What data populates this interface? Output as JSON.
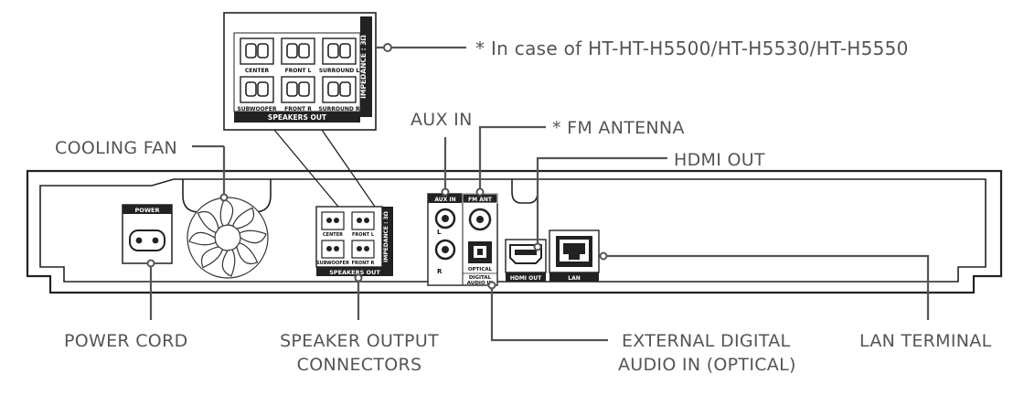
{
  "labels": {
    "model_note": "* In case of HT-HT-H5500/HT-H5530/HT-H5550",
    "aux_in": "AUX IN",
    "fm_antenna": "* FM ANTENNA",
    "hdmi_out": "HDMI OUT",
    "cooling_fan": "COOLING FAN",
    "power_cord": "POWER CORD",
    "speaker_output_line1": "SPEAKER OUTPUT",
    "speaker_output_line2": "CONNECTORS",
    "external_digital_line1": "EXTERNAL DIGITAL",
    "external_digital_line2": "AUDIO IN (OPTICAL)",
    "lan_terminal": "LAN TERMINAL"
  },
  "inset": {
    "impedance": "IMPEDANCE : 3Ω",
    "speakers_out": "SPEAKERS OUT",
    "center": "CENTER",
    "front_l": "FRONT L",
    "surround_l": "SURROUND L",
    "subwoofer": "SUBWOOFER",
    "front_r": "FRONT R",
    "surround_r": "SURROUND R"
  },
  "panel": {
    "power": "POWER",
    "aux_in": "AUX IN",
    "fm_ant": "FM ANT",
    "l": "L",
    "r": "R",
    "optical": "OPTICAL",
    "digital_audio_in_1": "DIGITAL",
    "digital_audio_in_2": "AUDIO IN",
    "hdmi_out": "HDMI OUT",
    "lan": "LAN",
    "impedance": "IMPEDANCE : 3Ω",
    "speakers_out": "SPEAKERS OUT",
    "center": "CENTER",
    "front_l": "FRONT L",
    "subwoofer": "SUBWOOFER",
    "front_r": "FRONT R"
  }
}
